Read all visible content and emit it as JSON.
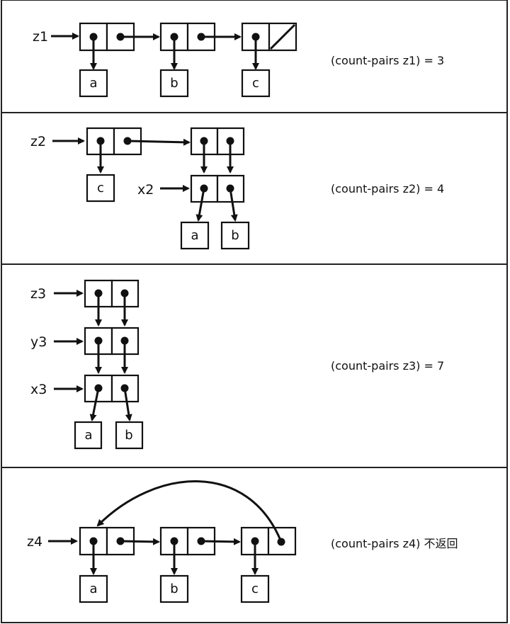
{
  "panels": [
    {
      "var_label": "z1",
      "values": [
        "a",
        "b",
        "c"
      ],
      "result": "(count-pairs z1) = 3"
    },
    {
      "var_label": "z2",
      "inner_label": "x2",
      "values": [
        "c",
        "a",
        "b"
      ],
      "result": "(count-pairs z2) = 4"
    },
    {
      "var_label": "z3",
      "mid_label": "y3",
      "inner_label": "x3",
      "values": [
        "a",
        "b"
      ],
      "result": "(count-pairs z3) = 7"
    },
    {
      "var_label": "z4",
      "values": [
        "a",
        "b",
        "c"
      ],
      "result": "(count-pairs z4) 不返回"
    }
  ],
  "colors": {
    "ink": "#111111",
    "background": "#ffffff"
  }
}
